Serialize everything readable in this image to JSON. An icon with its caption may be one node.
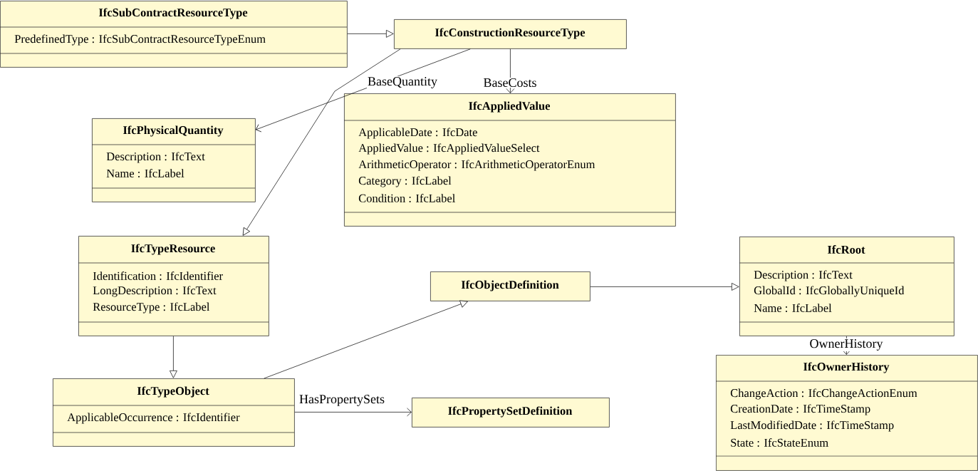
{
  "diagram": {
    "nodes": [
      {
        "text": [
          "IfcSubContractResourceType",
          "PredefinedType : IfcSubContractResourceTypeEnum"
        ]
      },
      {
        "text": [
          "IfcConstructionResourceType"
        ]
      },
      {
        "text": [
          "IfcPhysicalQuantity",
          "Description : IfcText",
          "Name : IfcLabel"
        ]
      },
      {
        "text": [
          "IfcAppliedValue",
          "ApplicableDate : IfcDate",
          "AppliedValue : IfcAppliedValueSelect",
          "ArithmeticOperator : IfcArithmeticOperatorEnum",
          "Category : IfcLabel",
          "Condition : IfcLabel"
        ]
      },
      {
        "text": [
          "IfcTypeResource",
          "Identification : IfcIdentifier",
          "LongDescription : IfcText",
          "ResourceType : IfcLabel"
        ]
      },
      {
        "text": [
          "IfcObjectDefinition"
        ]
      },
      {
        "text": [
          "IfcRoot",
          "Description : IfcText",
          "GlobalId : IfcGloballyUniqueId",
          "Name : IfcLabel"
        ]
      },
      {
        "text": [
          "IfcTypeObject",
          "ApplicableOccurrence : IfcIdentifier"
        ]
      },
      {
        "text": [
          "IfcPropertySetDefinition"
        ]
      },
      {
        "text": [
          "IfcOwnerHistory",
          "ChangeAction : IfcChangeActionEnum",
          "CreationDate : IfcTimeStamp",
          "LastModifiedDate : IfcTimeStamp",
          "State : IfcStateEnum"
        ]
      }
    ],
    "edges": [
      {
        "from": 0,
        "to": 1,
        "arrow": "to"
      },
      {
        "from": 1,
        "to": 2,
        "arrow": "to",
        "label": "BaseQuantity"
      },
      {
        "from": 1,
        "to": 4,
        "arrow": "to"
      },
      {
        "from": 1,
        "to": 3,
        "arrow": "to",
        "label": "BaseCosts"
      },
      {
        "from": 4,
        "to": 7,
        "arrow": "to"
      },
      {
        "from": 7,
        "to": 5,
        "arrow": "to"
      },
      {
        "from": 7,
        "to": 8,
        "arrow": "to",
        "label": "HasPropertySets"
      },
      {
        "from": 5,
        "to": 6,
        "arrow": "to"
      },
      {
        "from": 6,
        "to": 9,
        "arrow": "to",
        "label": "OwnerHistory"
      }
    ]
  }
}
